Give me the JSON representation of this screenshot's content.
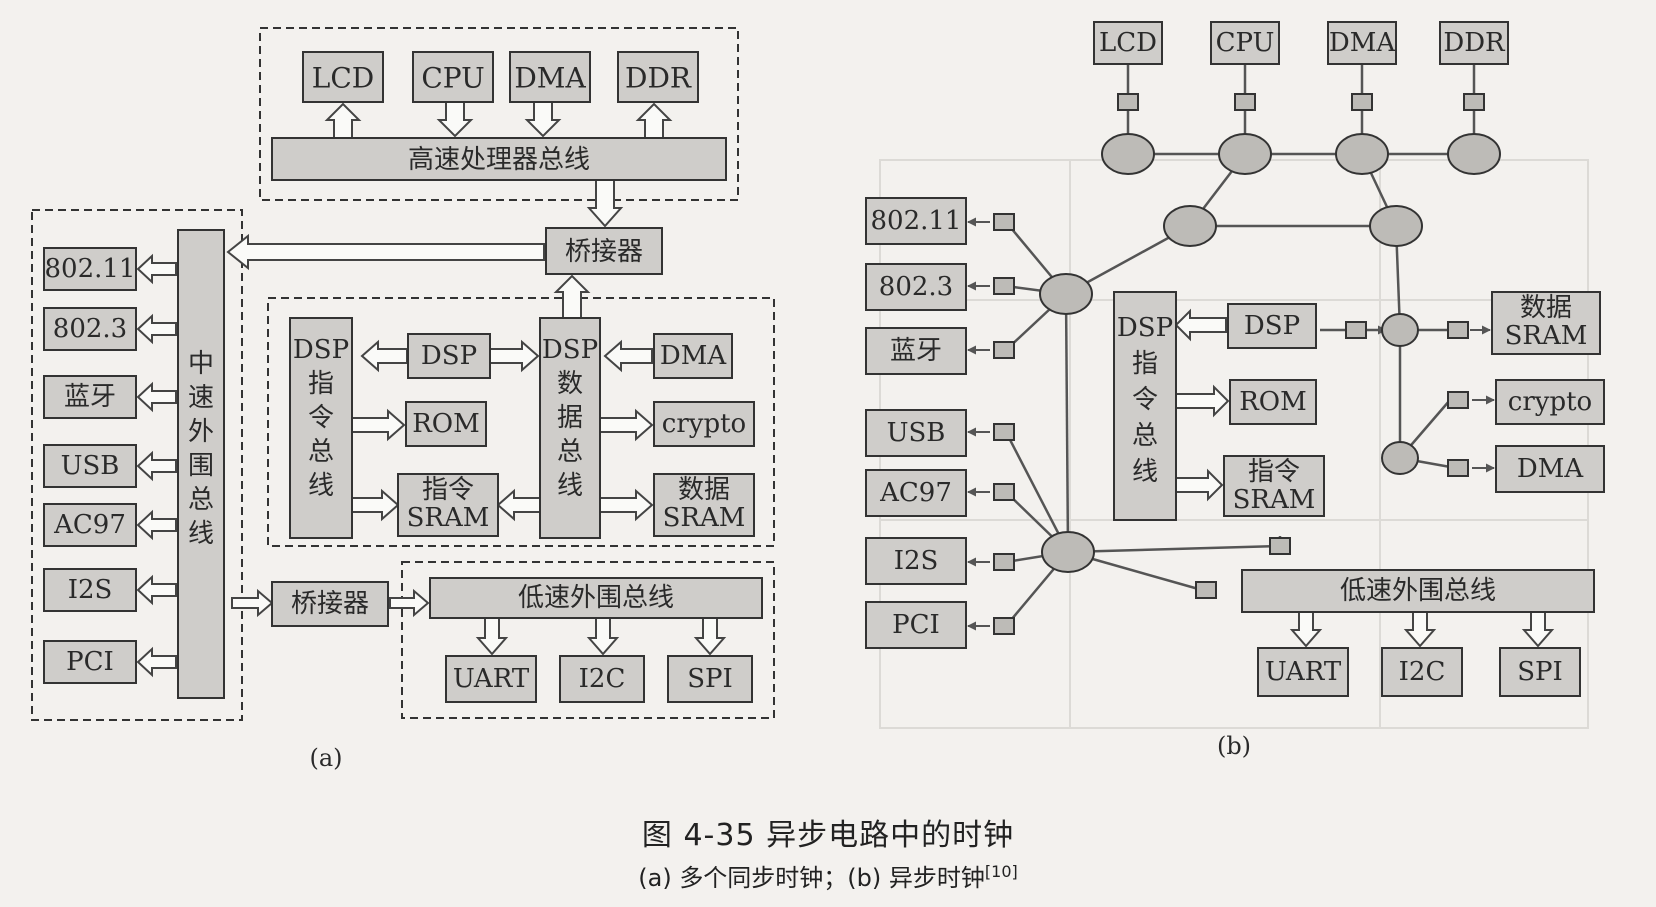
{
  "a": {
    "sub_label": "(a)",
    "top": {
      "LCD": "LCD",
      "CPU": "CPU",
      "DMA": "DMA",
      "DDR": "DDR",
      "bus": "高速处理器总线"
    },
    "bridge_top": "桥接器",
    "mid_bus": "中速外围总线",
    "left": [
      "802.11",
      "802.3",
      "蓝牙",
      "USB",
      "AC97",
      "I2S",
      "PCI"
    ],
    "dsp_block": {
      "instr_bus": "DSP指令总线",
      "dsp": "DSP",
      "data_bus": "DSP数据总线",
      "dma": "DMA",
      "rom": "ROM",
      "crypto": "crypto",
      "instr_sram": "指令SRAM",
      "data_sram": "数据SRAM"
    },
    "bridge_bottom": "桥接器",
    "low_bus": "低速外围总线",
    "low": [
      "UART",
      "I2C",
      "SPI"
    ]
  },
  "b": {
    "sub_label": "(b)",
    "top": [
      "LCD",
      "CPU",
      "DMA",
      "DDR"
    ],
    "left": [
      "802.11",
      "802.3",
      "蓝牙",
      "USB",
      "AC97",
      "I2S",
      "PCI"
    ],
    "instr_bus": "DSP指令总线",
    "dsp": "DSP",
    "rom": "ROM",
    "instr_sram": "指令SRAM",
    "data_sram": "数据SRAM",
    "crypto": "crypto",
    "dma": "DMA",
    "low_bus": "低速外围总线",
    "low": [
      "UART",
      "I2C",
      "SPI"
    ]
  },
  "caption": {
    "title": "图 4-35    异步电路中的时钟",
    "subtitle": "(a) 多个同步时钟；(b) 异步时钟",
    "ref": "[10]"
  }
}
